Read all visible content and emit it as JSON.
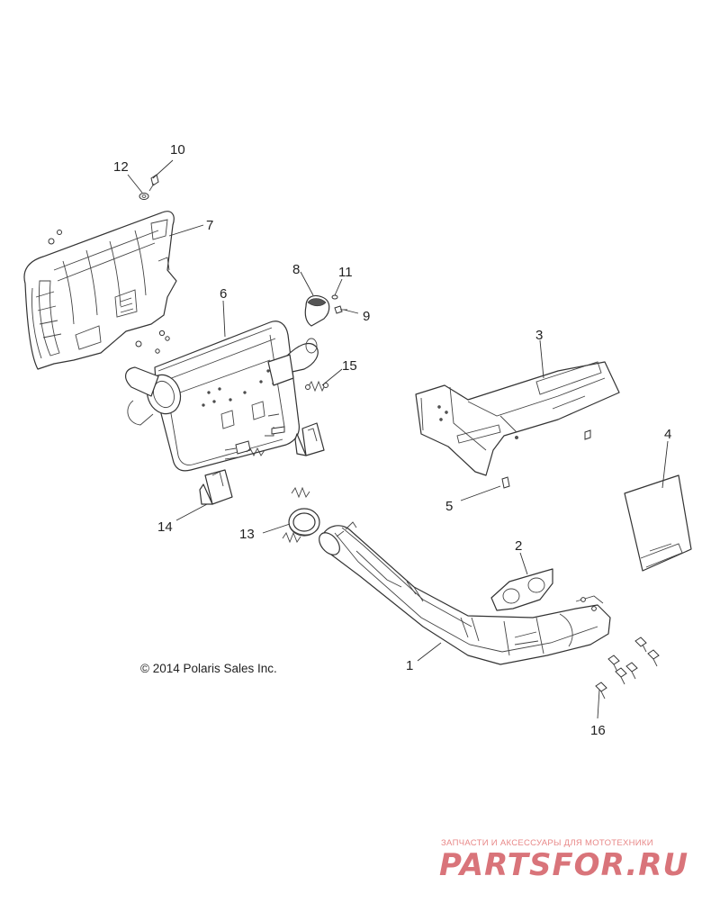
{
  "copyright": "© 2014 Polaris Sales Inc.",
  "watermark": {
    "tagline": "ЗАПЧАСТИ И АКСЕССУАРЫ ДЛЯ МОТОТЕХНИКИ",
    "brand": "PARTSFOR.RU",
    "color": "#d9747a"
  },
  "callouts": {
    "c1": "1",
    "c2": "2",
    "c3": "3",
    "c4": "4",
    "c5": "5",
    "c6": "6",
    "c7": "7",
    "c8": "8",
    "c9": "9",
    "c10": "10",
    "c11": "11",
    "c12": "12",
    "c13": "13",
    "c14": "14",
    "c15": "15",
    "c16": "16"
  }
}
